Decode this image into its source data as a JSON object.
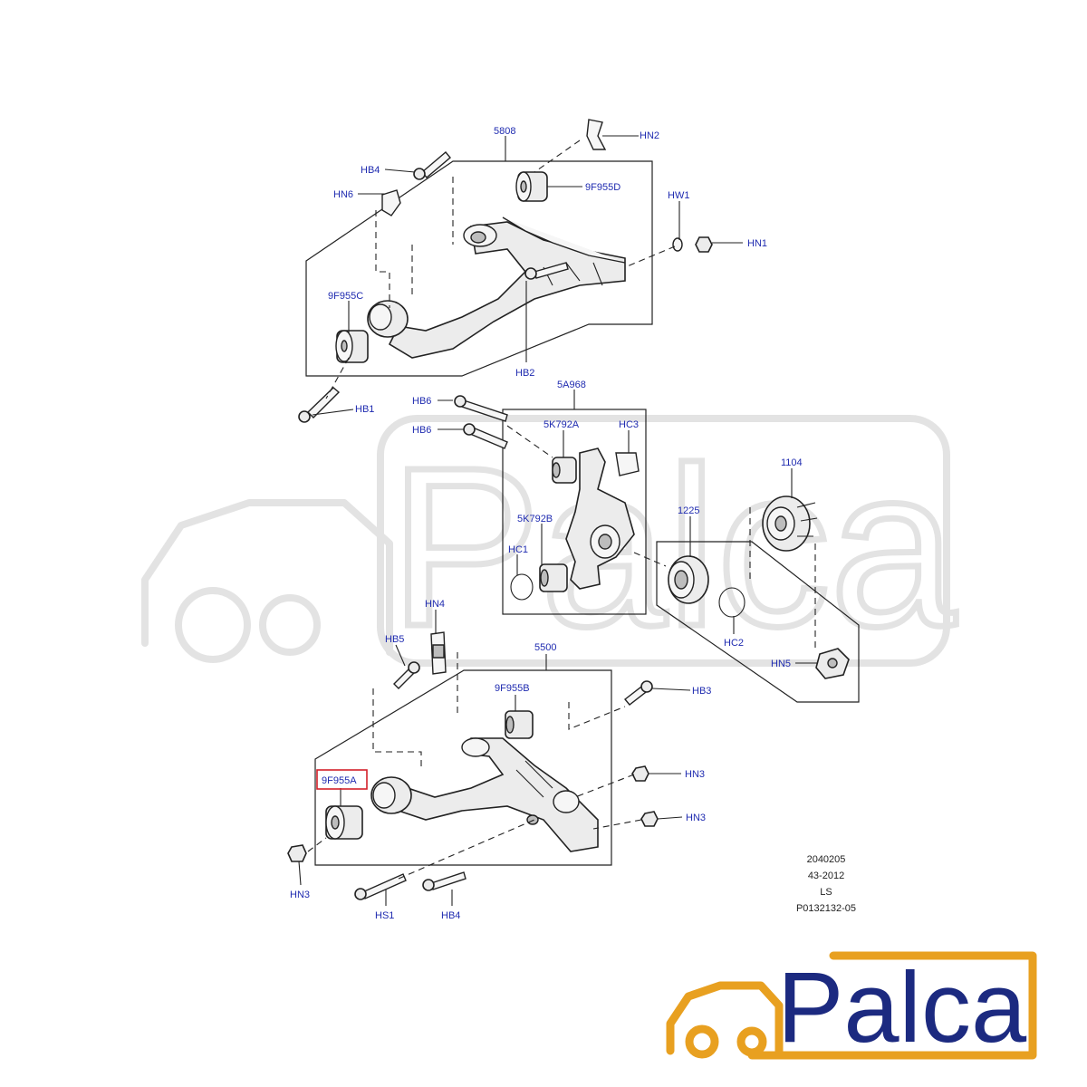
{
  "diagram": {
    "labels": {
      "ua_arm": "5808",
      "hn2": "HN2",
      "hb4_top": "HB4",
      "hn6": "HN6",
      "bush_d": "9F955D",
      "hw1": "HW1",
      "hn1": "HN1",
      "bush_c": "9F955C",
      "hb2": "HB2",
      "hb1": "HB1",
      "hb6_a": "HB6",
      "hb6_b": "HB6",
      "knuckle": "5A968",
      "bush_k_a": "5K792A",
      "hc3": "HC3",
      "hub": "1104",
      "bearing": "1225",
      "bush_k_b": "5K792B",
      "hc1": "HC1",
      "hn4": "HN4",
      "hc2": "HC2",
      "hb5": "HB5",
      "la_arm": "5500",
      "hn5": "HN5",
      "bush_b": "9F955B",
      "hb3": "HB3",
      "hn3_a": "HN3",
      "bush_a": "9F955A",
      "hn3_b": "HN3",
      "hn3_c": "HN3",
      "hs1": "HS1",
      "hb4_bottom": "HB4"
    },
    "highlight_label": "bush_a",
    "highlight_color": "#d4212a",
    "label_color": "#1f2bb0",
    "meta": [
      "2040205",
      "43-2012",
      "LS",
      "P0132132-05"
    ]
  },
  "brand": {
    "name": "Palca",
    "text_color": "#1c2a80",
    "accent_color": "#e8a020"
  }
}
